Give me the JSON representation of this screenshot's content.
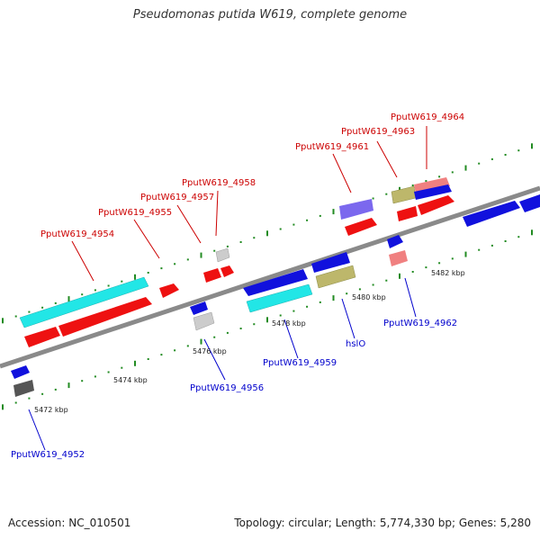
{
  "title": "Pseudomonas putida W619, complete genome",
  "footer": {
    "accession": "Accession: NC_010501",
    "summary": "Topology: circular; Length: 5,774,330 bp; Genes: 5,280"
  },
  "colors": {
    "top_label": "#cc0000",
    "bottom_label": "#0000cc",
    "backbone": "#808080",
    "tick_dots": "#228b22"
  },
  "ticks": [
    "5472 kbp",
    "5474 kbp",
    "5476 kbp",
    "5478 kbp",
    "5480 kbp",
    "5482 kbp"
  ],
  "top_labels": [
    "PputW619_4954",
    "PputW619_4955",
    "PputW619_4957",
    "PputW619_4958",
    "PputW619_4961",
    "PputW619_4963",
    "PputW619_4964"
  ],
  "bottom_labels": [
    "PputW619_4952",
    "PputW619_4956",
    "PputW619_4959",
    "hslO",
    "PputW619_4962"
  ]
}
